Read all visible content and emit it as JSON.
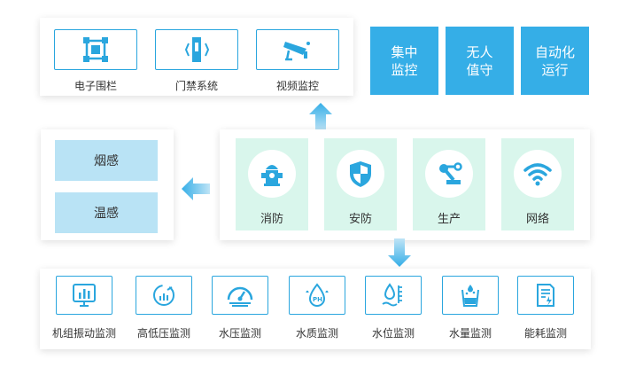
{
  "top_monitors": [
    {
      "label": "电子围栏",
      "icon": "fence-icon"
    },
    {
      "label": "门禁系统",
      "icon": "door-access-icon"
    },
    {
      "label": "视频监控",
      "icon": "cctv-camera-icon"
    }
  ],
  "modes": [
    {
      "line1": "集中",
      "line2": "监控"
    },
    {
      "line1": "无人",
      "line2": "值守"
    },
    {
      "line1": "自动化",
      "line2": "运行"
    }
  ],
  "sensors": [
    "烟感",
    "温感"
  ],
  "categories": [
    {
      "label": "消防",
      "icon": "fire-hydrant-icon"
    },
    {
      "label": "安防",
      "icon": "shield-icon"
    },
    {
      "label": "生产",
      "icon": "robot-arm-icon"
    },
    {
      "label": "网络",
      "icon": "wifi-icon"
    }
  ],
  "bottom_monitors": [
    {
      "label": "机组振动监测",
      "icon": "vibration-monitor-icon"
    },
    {
      "label": "高低压监测",
      "icon": "voltage-gauge-icon"
    },
    {
      "label": "水压监测",
      "icon": "pressure-gauge-icon"
    },
    {
      "label": "水质监测",
      "icon": "water-ph-icon"
    },
    {
      "label": "水位监测",
      "icon": "water-level-icon"
    },
    {
      "label": "水量监测",
      "icon": "water-volume-icon"
    },
    {
      "label": "能耗监测",
      "icon": "energy-report-icon"
    }
  ],
  "colors": {
    "primary_blue": "#35aee7",
    "icon_blue": "#2aa6de",
    "sensor_bg": "#b9e3f5",
    "category_bg": "#d9f6ec"
  }
}
